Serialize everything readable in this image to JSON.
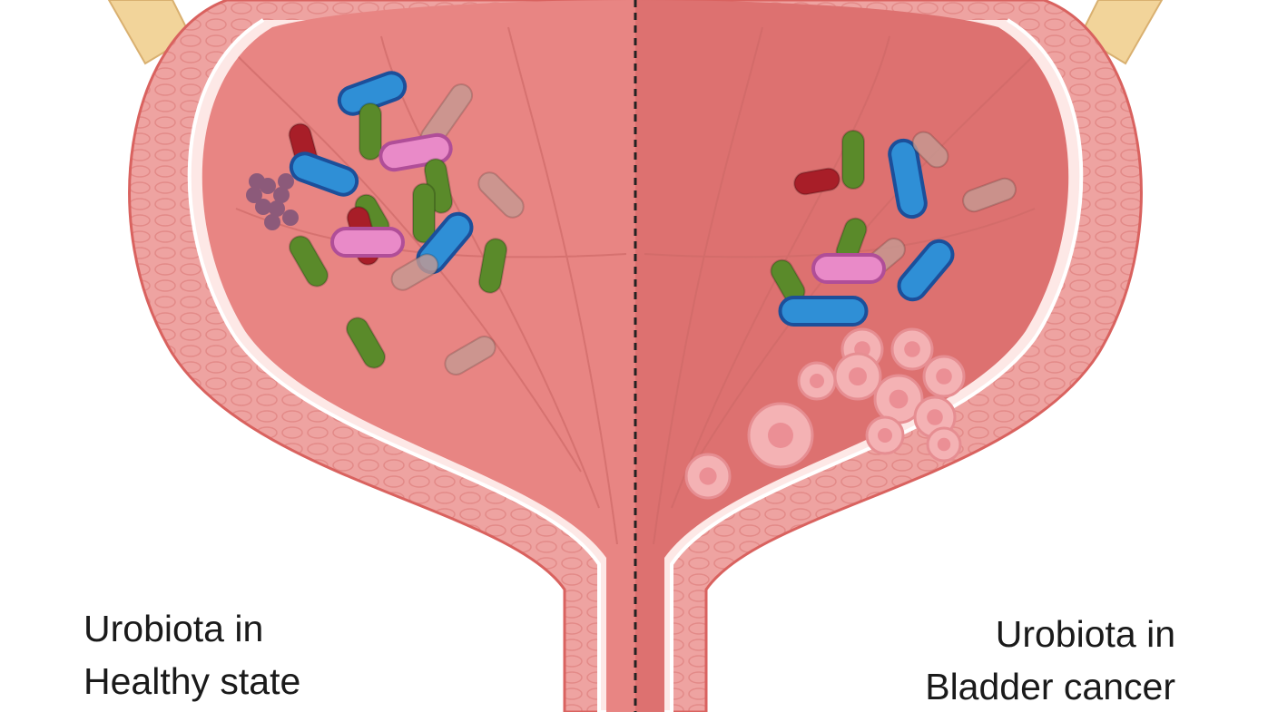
{
  "labels": {
    "healthy": {
      "line1": "Urobiota in",
      "line2": "Healthy state"
    },
    "cancer": {
      "line1": "Urobiota in",
      "line2": "Bladder cancer"
    }
  },
  "colors": {
    "ureter": "#f2d49a",
    "wall": "#eea3a1",
    "wall_outline": "#d9625f",
    "lumen_healthy": "#e88583",
    "lumen_cancer": "#dd7170",
    "green_bacteria": "#5a8a2a",
    "blue_bacteria": "#2f8fd6",
    "pink_bacteria": "#e98ac8",
    "red_bacteria": "#a81e28",
    "faded_bacteria": "#c69a92",
    "tumor_cells": "#f4b2b4"
  }
}
